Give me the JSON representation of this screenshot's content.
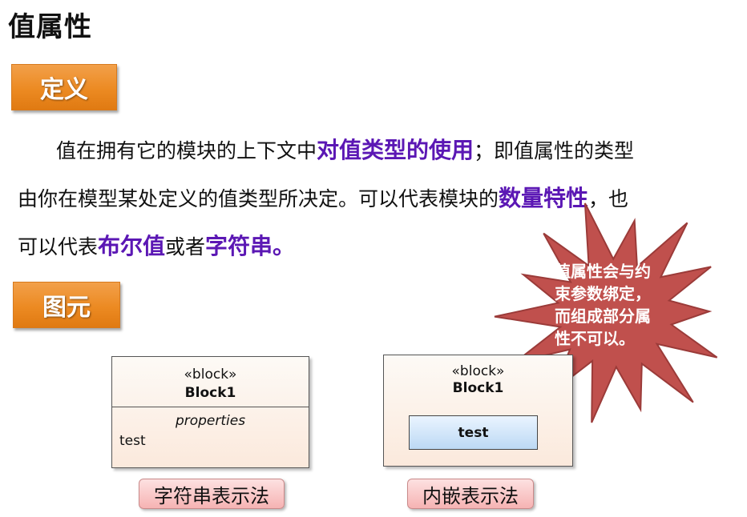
{
  "title": "值属性",
  "section_definition": "定义",
  "section_notation": "图元",
  "definition": {
    "line1": [
      {
        "text": "值在拥有它的模块的上下文中",
        "hl": false
      },
      {
        "text": "对值类型的使用",
        "hl": true
      },
      {
        "text": "；即值属性的类型",
        "hl": false
      }
    ],
    "line2": [
      {
        "text": "由你在模型某处定义的值类型所决定。可以代表模块的",
        "hl": false
      },
      {
        "text": "数量特性",
        "hl": true
      },
      {
        "text": "，也",
        "hl": false
      }
    ],
    "line3": [
      {
        "text": "可以代表",
        "hl": false
      },
      {
        "text": "布尔值",
        "hl": true
      },
      {
        "text": "或者",
        "hl": false
      },
      {
        "text": "字符串。",
        "hl": true
      }
    ]
  },
  "callout": {
    "lines": [
      "值属性会与约",
      "束参数绑定，",
      "而组成部分属",
      "性不可以。"
    ],
    "color": "#c0504d"
  },
  "diagram_string": {
    "stereotype": "«block»",
    "name": "Block1",
    "compartment_label": "properties",
    "property": "test",
    "caption": "字符串表示法"
  },
  "diagram_nested": {
    "stereotype": "«block»",
    "name": "Block1",
    "part": "test",
    "caption": "内嵌表示法"
  },
  "colors": {
    "highlight": "#5b17b4",
    "tag_orange": "#ec8a22",
    "caption_pink": "#f6b3b3"
  }
}
